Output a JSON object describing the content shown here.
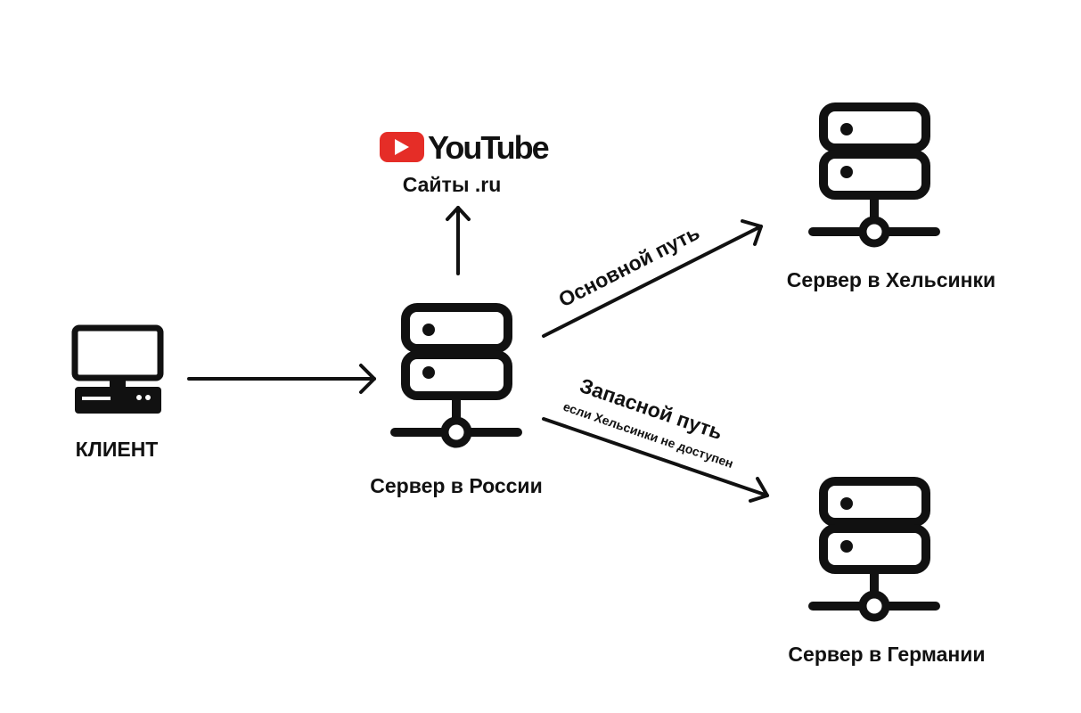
{
  "colors": {
    "stroke": "#111111",
    "youtube_red": "#e52d27",
    "background": "#ffffff"
  },
  "logo": {
    "icon": "youtube-play-icon",
    "wordmark": "YouTube"
  },
  "nodes": {
    "client": {
      "icon": "desktop-computer-icon",
      "label": "КЛИЕНТ"
    },
    "russia": {
      "icon": "server-icon",
      "label": "Сервер в России"
    },
    "helsinki": {
      "icon": "server-icon",
      "label": "Сервер в Хельсинки"
    },
    "germany": {
      "icon": "server-icon",
      "label": "Сервер в Германии"
    },
    "sites": {
      "label": "Сайты .ru"
    }
  },
  "edges": {
    "primary": {
      "label": "Основной путь"
    },
    "backup": {
      "label": "Запасной путь",
      "note": "если Хельсинки не доступен"
    }
  }
}
